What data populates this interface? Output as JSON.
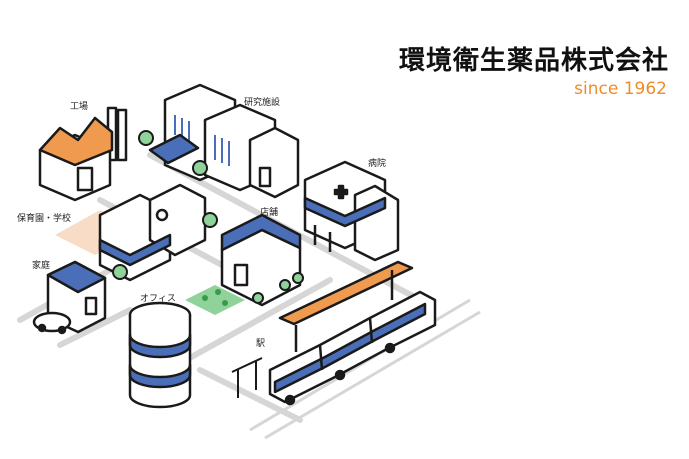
{
  "header": {
    "company_name": "環境衛生薬品株式会社",
    "since": "since 1962"
  },
  "labels": {
    "factory": "工場",
    "research": "研究施設",
    "hospital": "病院",
    "school": "保育園・学校",
    "shop": "店舗",
    "home": "家庭",
    "office": "オフィス",
    "station": "駅"
  },
  "colors": {
    "blue": "#4a6fb8",
    "orange": "#ef9a4e",
    "peach": "#f8dcc6",
    "green": "#8fd29a",
    "outline": "#1a1a1a"
  }
}
